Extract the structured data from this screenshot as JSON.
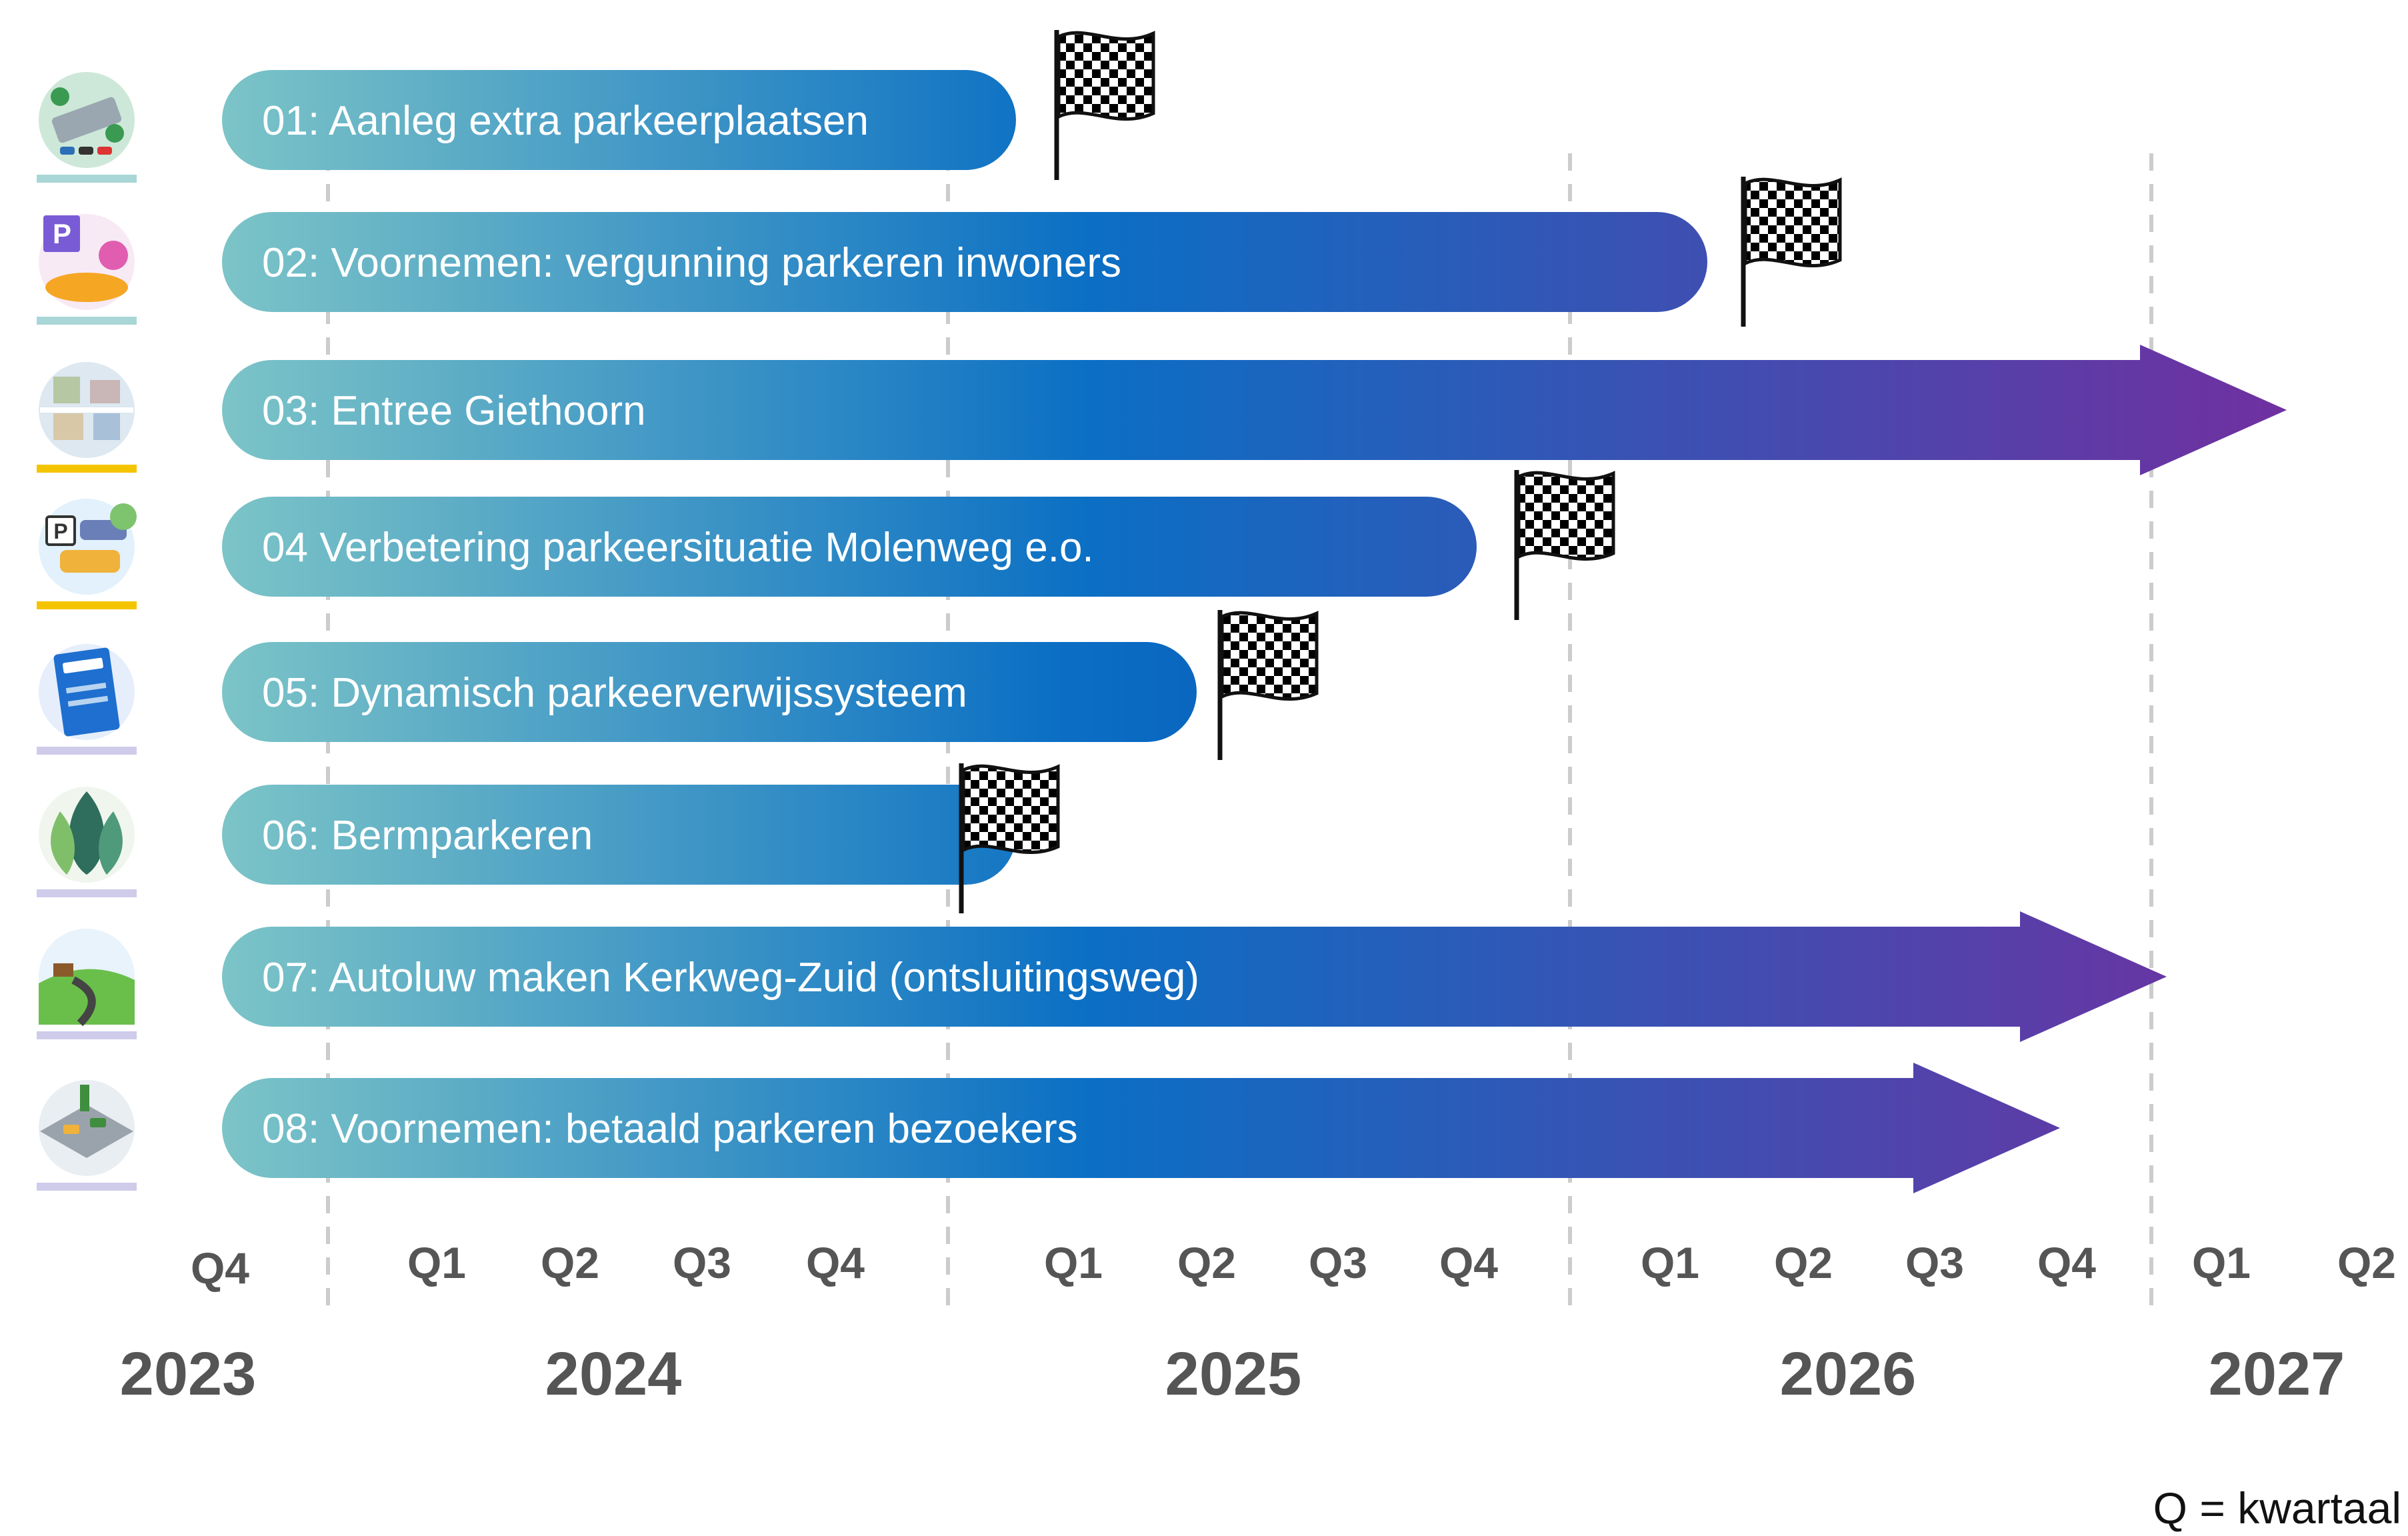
{
  "projects": [
    {
      "label": "01: Aanleg extra parkeerplaatsen",
      "end": "Q4 2024",
      "marker": "finish-flag",
      "underline_color": "#a9d6d6",
      "icon": "parking-lot-icon"
    },
    {
      "label": "02: Voornemen: vergunning parkeren inwoners",
      "end": "Q1 2026",
      "marker": "finish-flag",
      "underline_color": "#a9d6d6",
      "icon": "parking-permit-icon"
    },
    {
      "label": "03: Entree Giethoorn",
      "end": "Q1 2027",
      "marker": "arrow",
      "underline_color": "#f5c400",
      "icon": "village-map-icon"
    },
    {
      "label": "04 Verbetering parkeersituatie Molenweg e.o.",
      "end": "Q4 2025",
      "marker": "finish-flag",
      "underline_color": "#f5c400",
      "icon": "parking-area-icon"
    },
    {
      "label": "05: Dynamisch parkeerverwijssysteem",
      "end": "Q2 2025",
      "marker": "finish-flag",
      "underline_color": "#cfcbea",
      "icon": "guidance-sign-icon"
    },
    {
      "label": "06: Bermparkeren",
      "end": "Q4 2024",
      "marker": "finish-flag",
      "underline_color": "#cfcbea",
      "icon": "plants-icon"
    },
    {
      "label": "07: Autoluw maken Kerkweg-Zuid (ontsluitingsweg)",
      "end": "Q4 2026",
      "marker": "arrow",
      "underline_color": "#cfcbea",
      "icon": "country-road-icon"
    },
    {
      "label": "08: Voornemen: betaald parkeren bezoekers",
      "end": "Q4 2026",
      "marker": "arrow",
      "underline_color": "#cfcbea",
      "icon": "paid-parking-icon"
    }
  ],
  "quarters": [
    "Q4",
    "Q1",
    "Q2",
    "Q3",
    "Q4",
    "Q1",
    "Q2",
    "Q3",
    "Q4",
    "Q1",
    "Q2",
    "Q3",
    "Q4",
    "Q1",
    "Q2"
  ],
  "years": [
    "2023",
    "2024",
    "2025",
    "2026",
    "2027"
  ],
  "legend_note": "Q = kwartaal",
  "colors": {
    "gradient_start": "#7cc4c7",
    "gradient_mid": "#0b6fc4",
    "gradient_end": "#7030a0",
    "axis_text": "#555555"
  }
}
